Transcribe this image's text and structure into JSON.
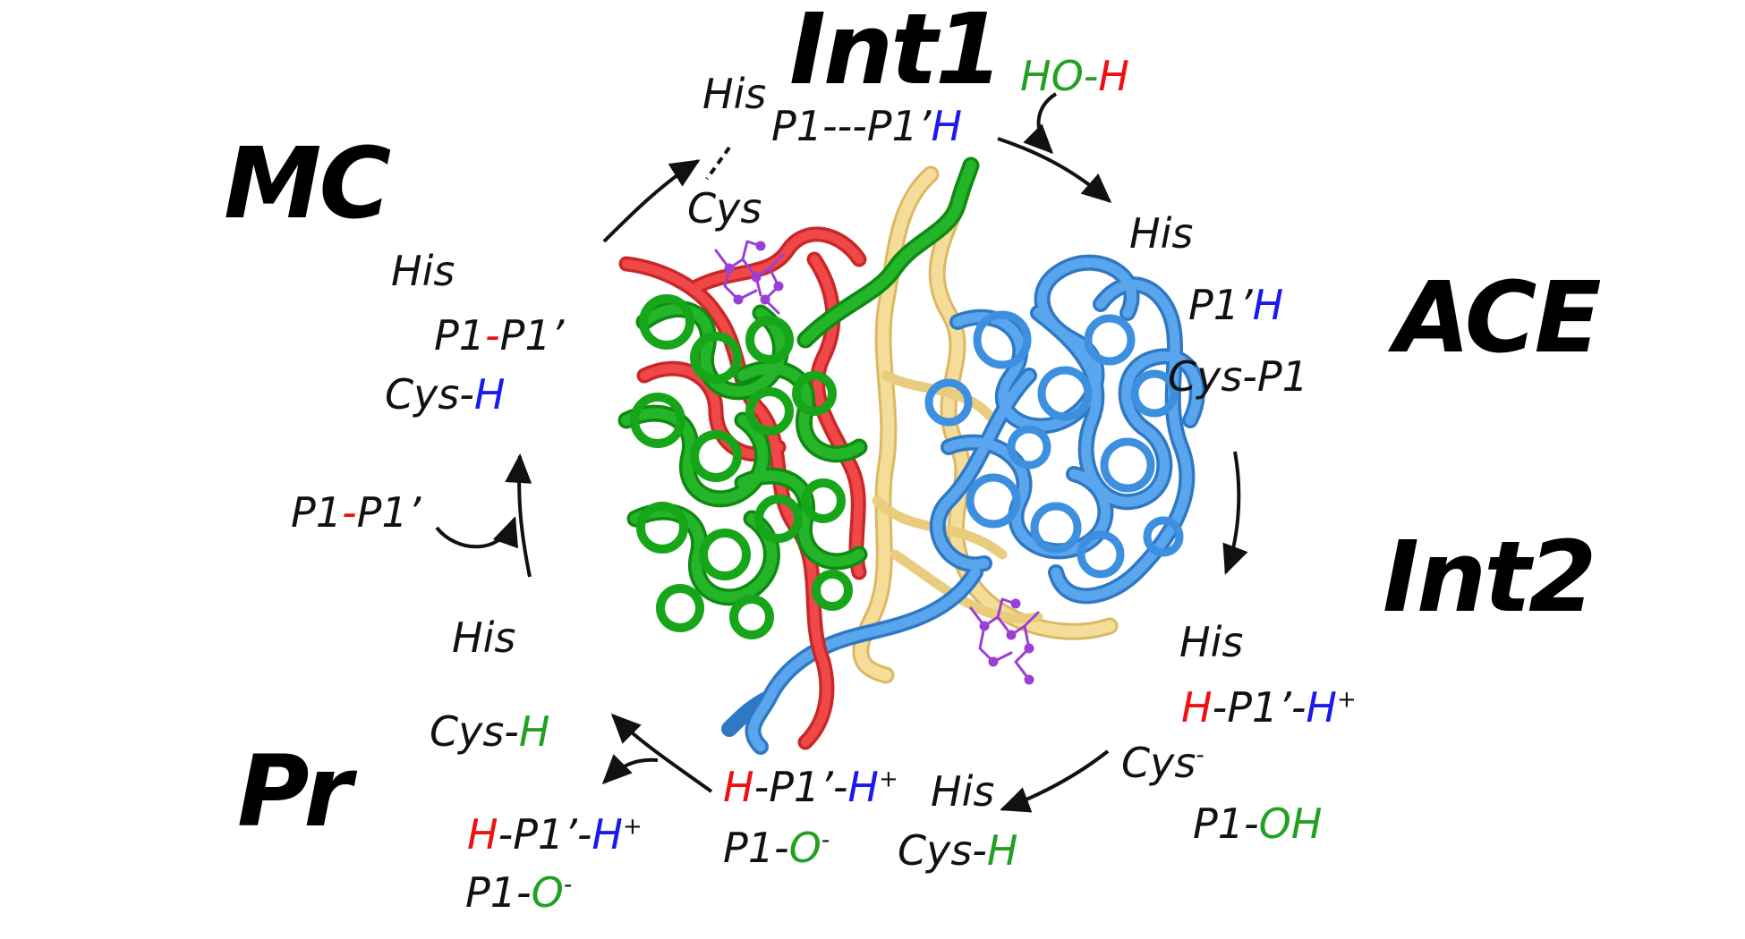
{
  "colors": {
    "black": "#111111",
    "red": "#ee1111",
    "blue": "#1a1aee",
    "green": "#22a022",
    "protein_green": "#17a51a",
    "protein_red": "#e23a3a",
    "protein_yellow": "#f1d88c",
    "protein_blue": "#3d8fe0",
    "ligand_purple": "#9b3fd6"
  },
  "states": {
    "int1": "Int1",
    "mc": "MC",
    "ace": "ACE",
    "int2": "Int2",
    "pr": "Pr"
  },
  "int1": {
    "his": "His",
    "p1_bond": "P1---P1’",
    "h": "H",
    "cys": "Cys",
    "water_ho": "HO-",
    "water_h": "H"
  },
  "ace": {
    "his": "His",
    "p1prime": "P1’",
    "h": "H",
    "cys_p1": "Cys-P1"
  },
  "int2": {
    "his": "His",
    "h_red": "H",
    "mid": "-P1’-",
    "h_blue": "H",
    "plus": "+",
    "cys": "Cys",
    "minus": "-",
    "p1": "P1-",
    "oh": "OH"
  },
  "bottom": {
    "his": "His",
    "cys": "Cys-",
    "h_green": "H",
    "h_red": "H",
    "mid": "-P1’-",
    "h_blue": "H",
    "plus": "+",
    "p1": "P1-",
    "o": "O",
    "minus": "-"
  },
  "pr": {
    "his": "His",
    "cys": "Cys-",
    "h_green": "H",
    "h_red": "H",
    "mid": "-P1’-",
    "h_blue": "H",
    "plus": "+",
    "p1": "P1-",
    "o": "O",
    "minus": "-"
  },
  "substrate": {
    "p1": "P1",
    "dash": "-",
    "p1prime": "P1’"
  },
  "mc": {
    "his": "His",
    "p1": "P1",
    "dash": "-",
    "p1prime": "P1’",
    "cys": "Cys-",
    "h": "H"
  }
}
